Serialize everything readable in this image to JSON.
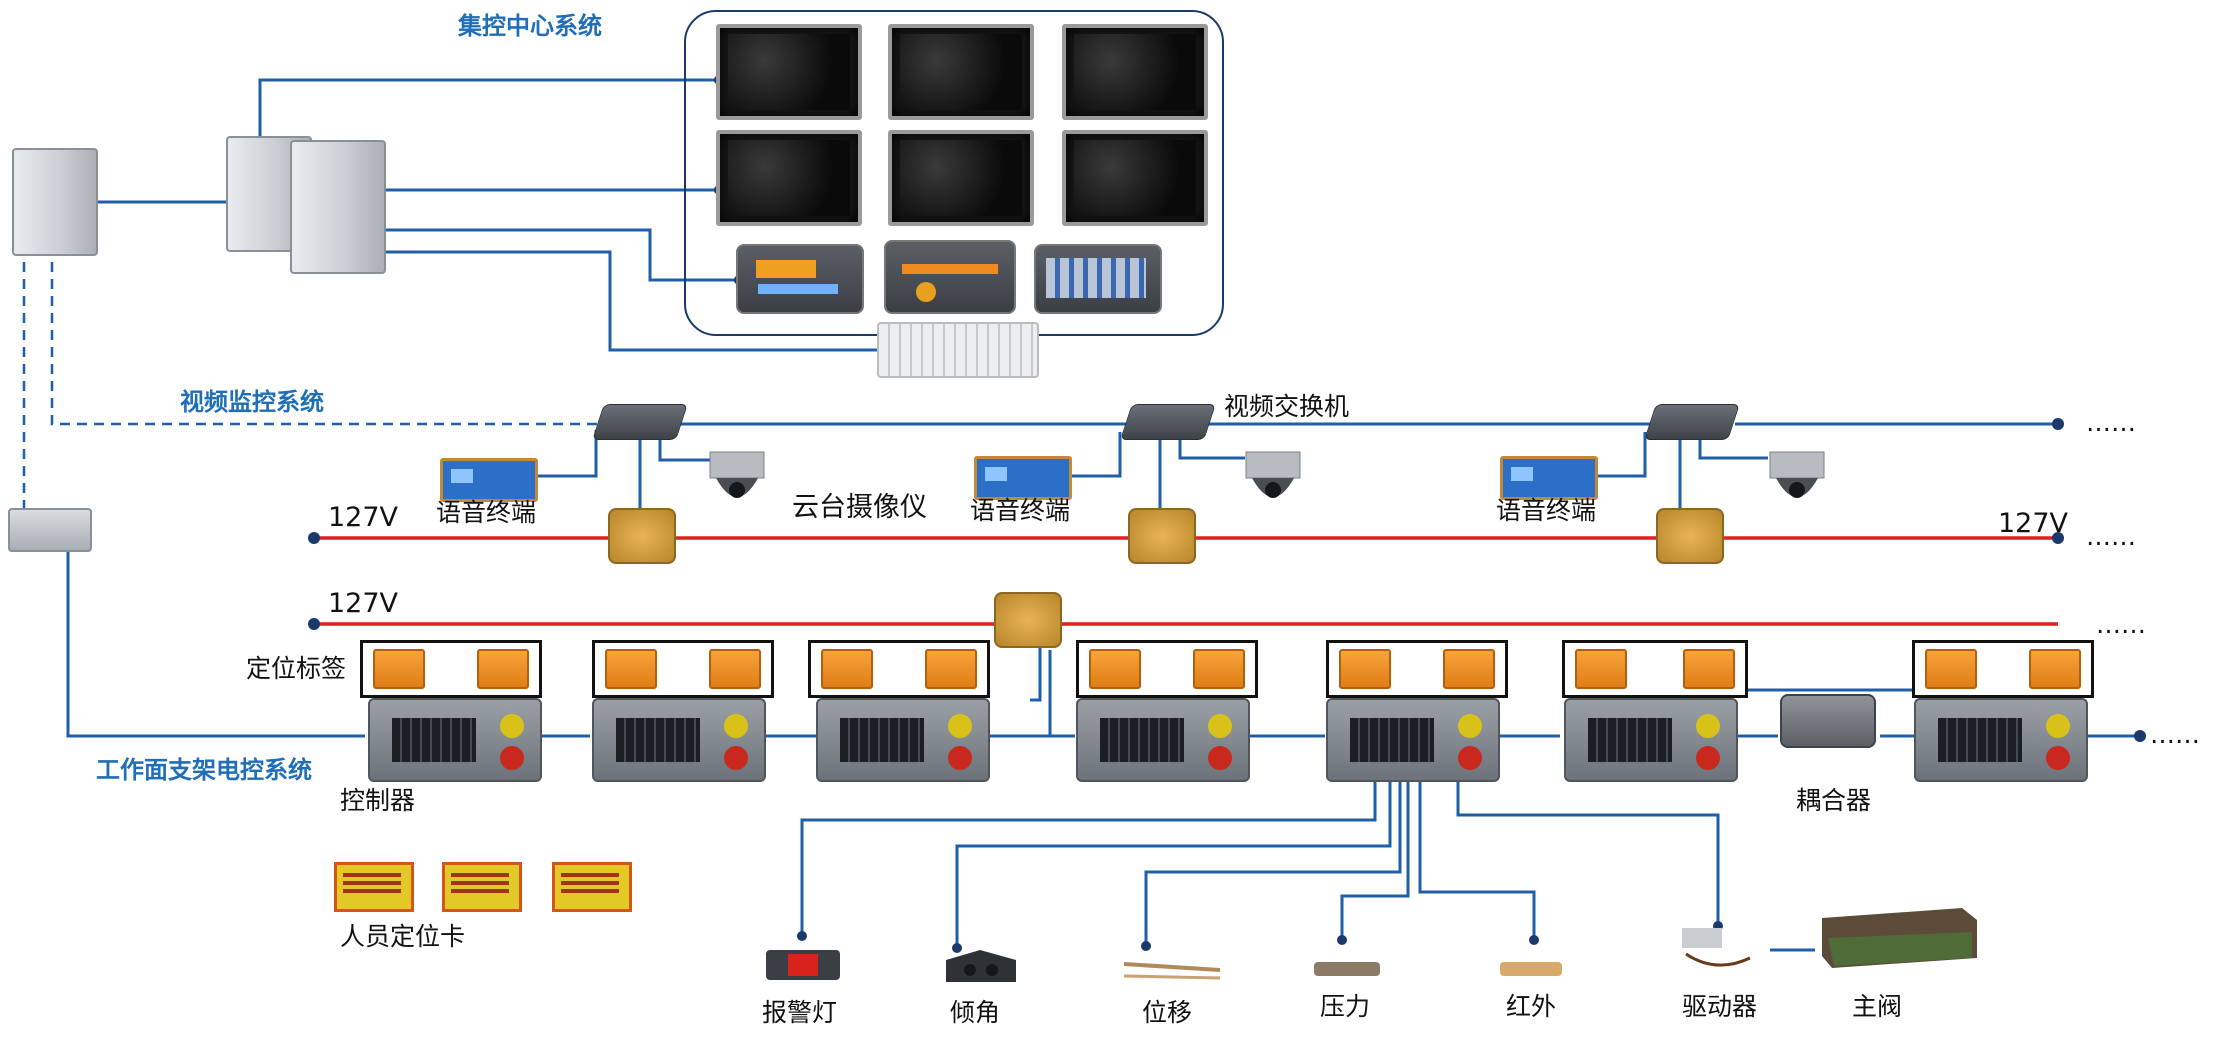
{
  "labels": {
    "central_system": "集控中心系统",
    "video_system": "视频监控系统",
    "support_system": "工作面支架电控系统",
    "video_switch": "视频交换机",
    "voice_terminal": "语音终端",
    "ptz_camera": "云台摄像仪",
    "voltage": "127V",
    "location_tag": "定位标签",
    "controller": "控制器",
    "coupler": "耦合器",
    "personnel_card": "人员定位卡",
    "alarm_light": "报警灯",
    "tilt": "倾角",
    "displacement": "位移",
    "pressure": "压力",
    "infrared": "红外",
    "driver": "驱动器",
    "main_valve": "主阀",
    "ellipsis_short": "……",
    "ellipsis_long": "……"
  },
  "colors": {
    "system_label": "#1f6fb8",
    "comm_line": "#1f5fa8",
    "power_line": "#e02020",
    "frame": "#1a3a6c"
  },
  "icons": {
    "monitor": "monitor-icon",
    "console": "console-panel-icon",
    "keyboard": "keyboard-icon",
    "cabinet": "explosion-proof-cabinet-icon",
    "switch": "video-switch-icon",
    "camera": "dome-camera-icon",
    "voice": "voice-terminal-icon",
    "junction": "junction-box-icon",
    "controller": "controller-icon",
    "tag": "location-tag-icon",
    "card": "personnel-card-icon"
  }
}
